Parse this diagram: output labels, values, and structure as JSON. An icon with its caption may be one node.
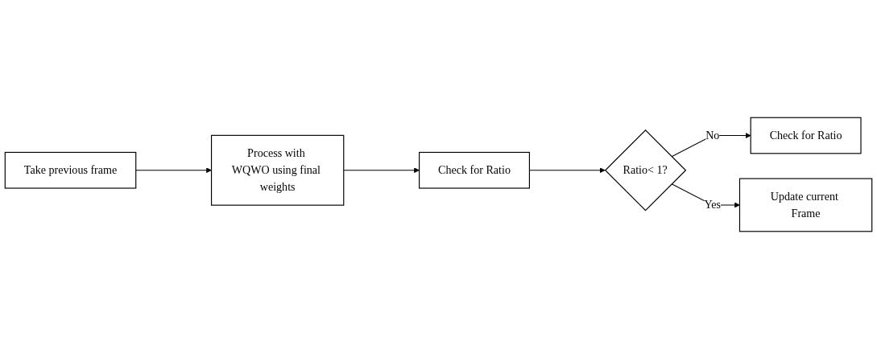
{
  "diagram": {
    "nodes": [
      {
        "text": [
          "Take previous frame"
        ]
      },
      {
        "text": [
          "Process with WQWO using final weights"
        ]
      },
      {
        "text": [
          "Check for Ratio"
        ]
      },
      {
        "text": [
          "Ratio< 1?"
        ]
      },
      {
        "text": [
          "Check for Ratio"
        ]
      },
      {
        "text": [
          "Update current Frame"
        ]
      }
    ],
    "edges": [
      {
        "from": 0,
        "to": 1,
        "arrow": "to"
      },
      {
        "from": 1,
        "to": 2,
        "arrow": "to"
      },
      {
        "from": 2,
        "to": 3,
        "arrow": "to"
      },
      {
        "from": 3,
        "to": 4,
        "arrow": "to",
        "label": "No"
      },
      {
        "from": 3,
        "to": 5,
        "arrow": "to",
        "label": "Yes"
      }
    ]
  }
}
